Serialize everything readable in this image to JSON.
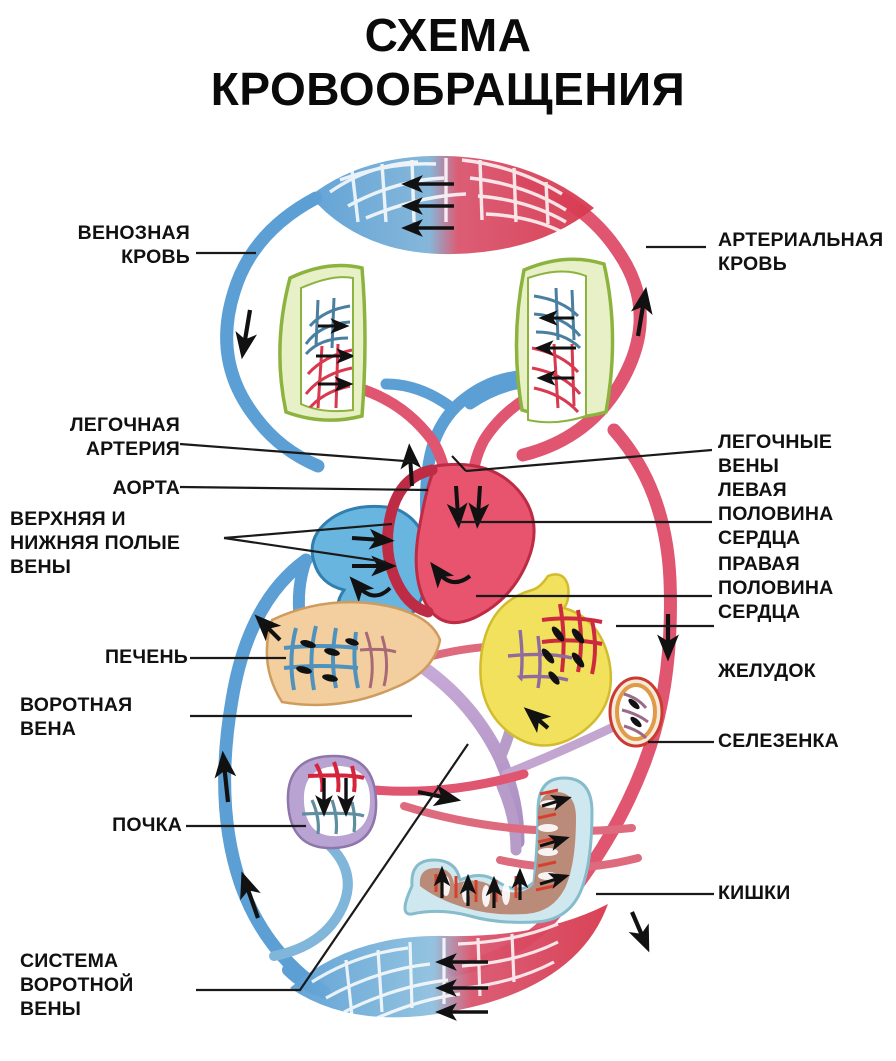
{
  "title": {
    "line1": "СХЕМА",
    "line2": "КРОВООБРАЩЕНИЯ"
  },
  "labels_left": [
    {
      "id": "venous-blood",
      "text": "ВЕНОЗНАЯ\nКРОВЬ"
    },
    {
      "id": "pulmonary-artery",
      "text": "ЛЕГОЧНАЯ\nАРТЕРИЯ"
    },
    {
      "id": "aorta",
      "text": "АОРТА"
    },
    {
      "id": "vena-cava",
      "text": "ВЕРХНЯЯ И\nНИЖНЯЯ ПОЛЫЕ\nВЕНЫ"
    },
    {
      "id": "liver",
      "text": "ПЕЧЕНЬ"
    },
    {
      "id": "portal-vein",
      "text": "ВОРОТНАЯ\nВЕНА"
    },
    {
      "id": "kidney",
      "text": "ПОЧКА"
    },
    {
      "id": "portal-system",
      "text": "СИСТЕМА\nВОРОТНОЙ\nВЕНЫ"
    }
  ],
  "labels_right": [
    {
      "id": "arterial-blood",
      "text": "АРТЕРИАЛЬНАЯ\nКРОВЬ"
    },
    {
      "id": "pulmonary-veins",
      "text": "ЛЕГОЧНЫЕ\nВЕНЫ"
    },
    {
      "id": "left-heart",
      "text": "ЛЕВАЯ\nПОЛОВИНА\nСЕРДЦА"
    },
    {
      "id": "right-heart",
      "text": "ПРАВАЯ\nПОЛОВИНА\nСЕРДЦА"
    },
    {
      "id": "stomach",
      "text": "ЖЕЛУДОК"
    },
    {
      "id": "spleen",
      "text": "СЕЛЕЗЕНКА"
    },
    {
      "id": "intestines",
      "text": "КИШКИ"
    }
  ],
  "colors": {
    "venous_blue": "#5b9fd4",
    "venous_blue_dark": "#3b7fb5",
    "arterial_red": "#e05570",
    "arterial_red_dark": "#c43a56",
    "heart_red": "#e8536d",
    "lung_green": "#a9c94f",
    "lung_green_fill": "#e8f0c8",
    "liver_tan": "#f3cfa0",
    "portal_purple": "#b79bc8",
    "stomach_yellow": "#f2e15c",
    "kidney_purple": "#b9a3d2",
    "spleen_orange": "#e09a4a",
    "intestine_blue": "#cfe8ef",
    "arrow_black": "#111111",
    "leader_line": "#1a1a1a",
    "text": "#111111"
  },
  "diagram": {
    "type": "anatomical-schematic",
    "subject": "human blood circulation",
    "organs": [
      "head-capillary-bed",
      "lungs",
      "heart",
      "liver",
      "stomach",
      "spleen",
      "kidney",
      "intestines",
      "lower-body-capillary-bed"
    ],
    "flow_arrow_count": 38
  }
}
